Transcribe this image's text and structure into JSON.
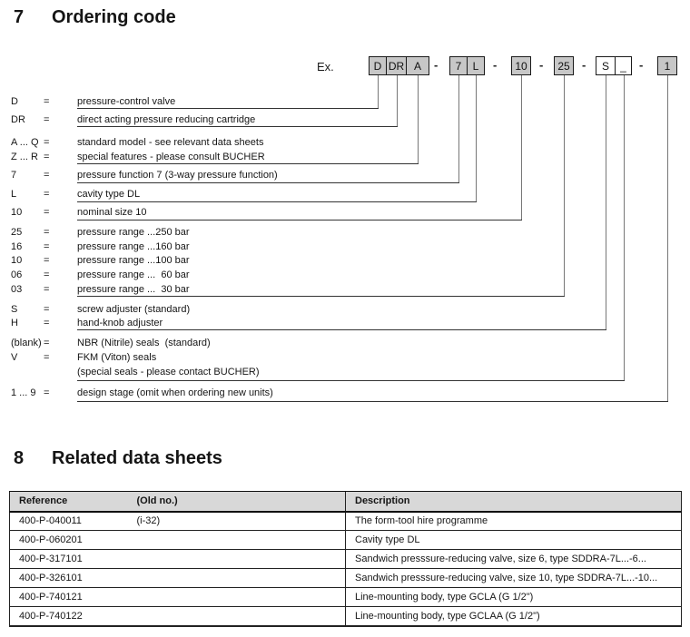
{
  "section7": {
    "number": "7",
    "title": "Ordering code",
    "example_label": "Ex.",
    "eq_sign": "=",
    "dash": "-",
    "box_fill_color": "#c7c7c7",
    "boxes": [
      {
        "label": "D",
        "filled": true
      },
      {
        "label": "DR",
        "filled": true
      },
      {
        "label": "A",
        "filled": true
      },
      {
        "label": "7",
        "filled": true
      },
      {
        "label": "L",
        "filled": true
      },
      {
        "label": "10",
        "filled": true
      },
      {
        "label": "25",
        "filled": true
      },
      {
        "label": "S",
        "filled": false
      },
      {
        "label": "_",
        "filled": false
      },
      {
        "label": "1",
        "filled": true
      }
    ],
    "rows": [
      {
        "code": "D",
        "desc": "pressure-control valve"
      },
      {
        "code": "DR",
        "desc": "direct acting pressure reducing cartridge"
      },
      {
        "code": "A ... Q",
        "desc": "standard model - see relevant data sheets"
      },
      {
        "code": "Z ... R",
        "desc": "special features - please consult BUCHER"
      },
      {
        "code": "7",
        "desc": "pressure function 7 (3-way pressure function)"
      },
      {
        "code": "L",
        "desc": "cavity type DL"
      },
      {
        "code": "10",
        "desc": "nominal size 10"
      },
      {
        "code": "25",
        "desc": "pressure range ...250 bar"
      },
      {
        "code": "16",
        "desc": "pressure range ...160 bar"
      },
      {
        "code": "10",
        "desc": "pressure range ...100 bar"
      },
      {
        "code": "06",
        "desc": "pressure range ...  60 bar"
      },
      {
        "code": "03",
        "desc": "pressure range ...  30 bar"
      },
      {
        "code": "S",
        "desc": "screw adjuster (standard)"
      },
      {
        "code": "H",
        "desc": "hand-knob adjuster"
      },
      {
        "code": "(blank)",
        "desc": "NBR (Nitrile) seals  (standard)"
      },
      {
        "code": "V",
        "desc": "FKM (Viton) seals"
      },
      {
        "code": "",
        "desc": "(special seals - please contact BUCHER)"
      },
      {
        "code": "1 ... 9",
        "desc": "design stage (omit when ordering new units)"
      }
    ]
  },
  "section8": {
    "number": "8",
    "title": "Related data sheets",
    "table": {
      "headers": [
        "Reference",
        "(Old no.)",
        "Description"
      ],
      "rows": [
        {
          "reference": "400-P-040011",
          "old_no": "(i-32)",
          "description": "The form-tool hire programme"
        },
        {
          "reference": "400-P-060201",
          "old_no": "",
          "description": "Cavity type DL"
        },
        {
          "reference": "400-P-317101",
          "old_no": "",
          "description": "Sandwich presssure-reducing valve, size 6, type SDDRA-7L...-6..."
        },
        {
          "reference": "400-P-326101",
          "old_no": "",
          "description": "Sandwich presssure-reducing valve, size 10, type SDDRA-7L...-10..."
        },
        {
          "reference": "400-P-740121",
          "old_no": "",
          "description": "Line-mounting body, type GCLA (G 1/2\")"
        },
        {
          "reference": "400-P-740122",
          "old_no": "",
          "description": "Line-mounting body, type GCLAA (G 1/2\")"
        }
      ]
    }
  }
}
